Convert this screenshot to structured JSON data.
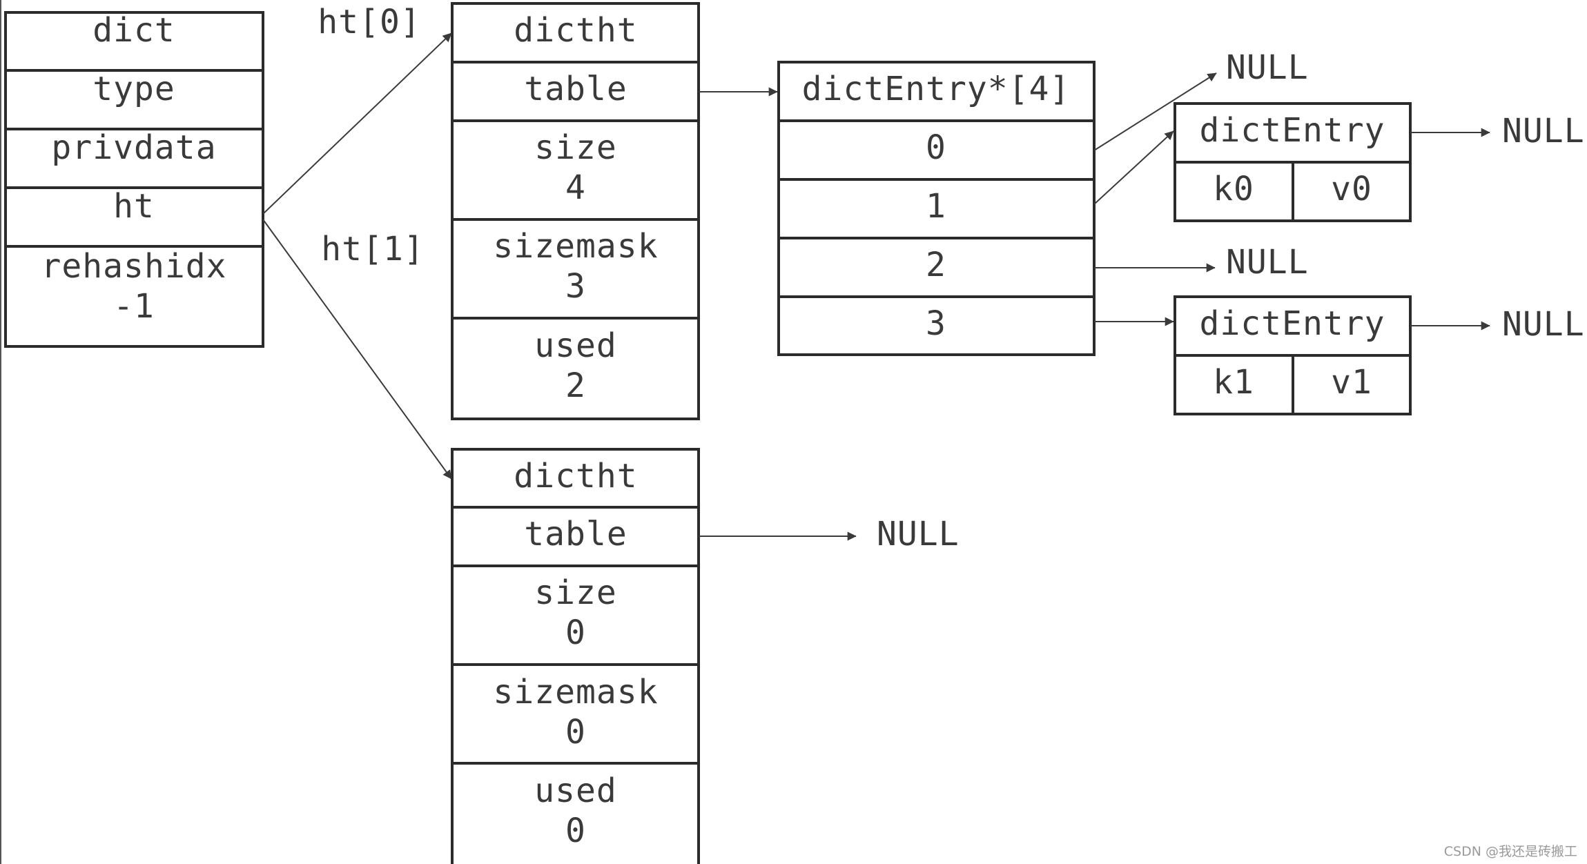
{
  "dict": {
    "title": "dict",
    "fields": [
      "type",
      "privdata",
      "ht"
    ],
    "rehashidx_label": "rehashidx",
    "rehashidx_value": "-1"
  },
  "edges": {
    "ht0_label": "ht[0]",
    "ht1_label": "ht[1]"
  },
  "ht0": {
    "title": "dictht",
    "table": "table",
    "size_label": "size",
    "size_value": "4",
    "sizemask_label": "sizemask",
    "sizemask_value": "3",
    "used_label": "used",
    "used_value": "2"
  },
  "ht1": {
    "title": "dictht",
    "table": "table",
    "table_target": "NULL",
    "size_label": "size",
    "size_value": "0",
    "sizemask_label": "sizemask",
    "sizemask_value": "0",
    "used_label": "used",
    "used_value": "0"
  },
  "bucket_array": {
    "title": "dictEntry*[4]",
    "slots": [
      "0",
      "1",
      "2",
      "3"
    ]
  },
  "null_label": "NULL",
  "entry0": {
    "title": "dictEntry",
    "key": "k0",
    "value": "v0"
  },
  "entry1": {
    "title": "dictEntry",
    "key": "k1",
    "value": "v1"
  },
  "watermark": "CSDN @我还是砖搬工"
}
